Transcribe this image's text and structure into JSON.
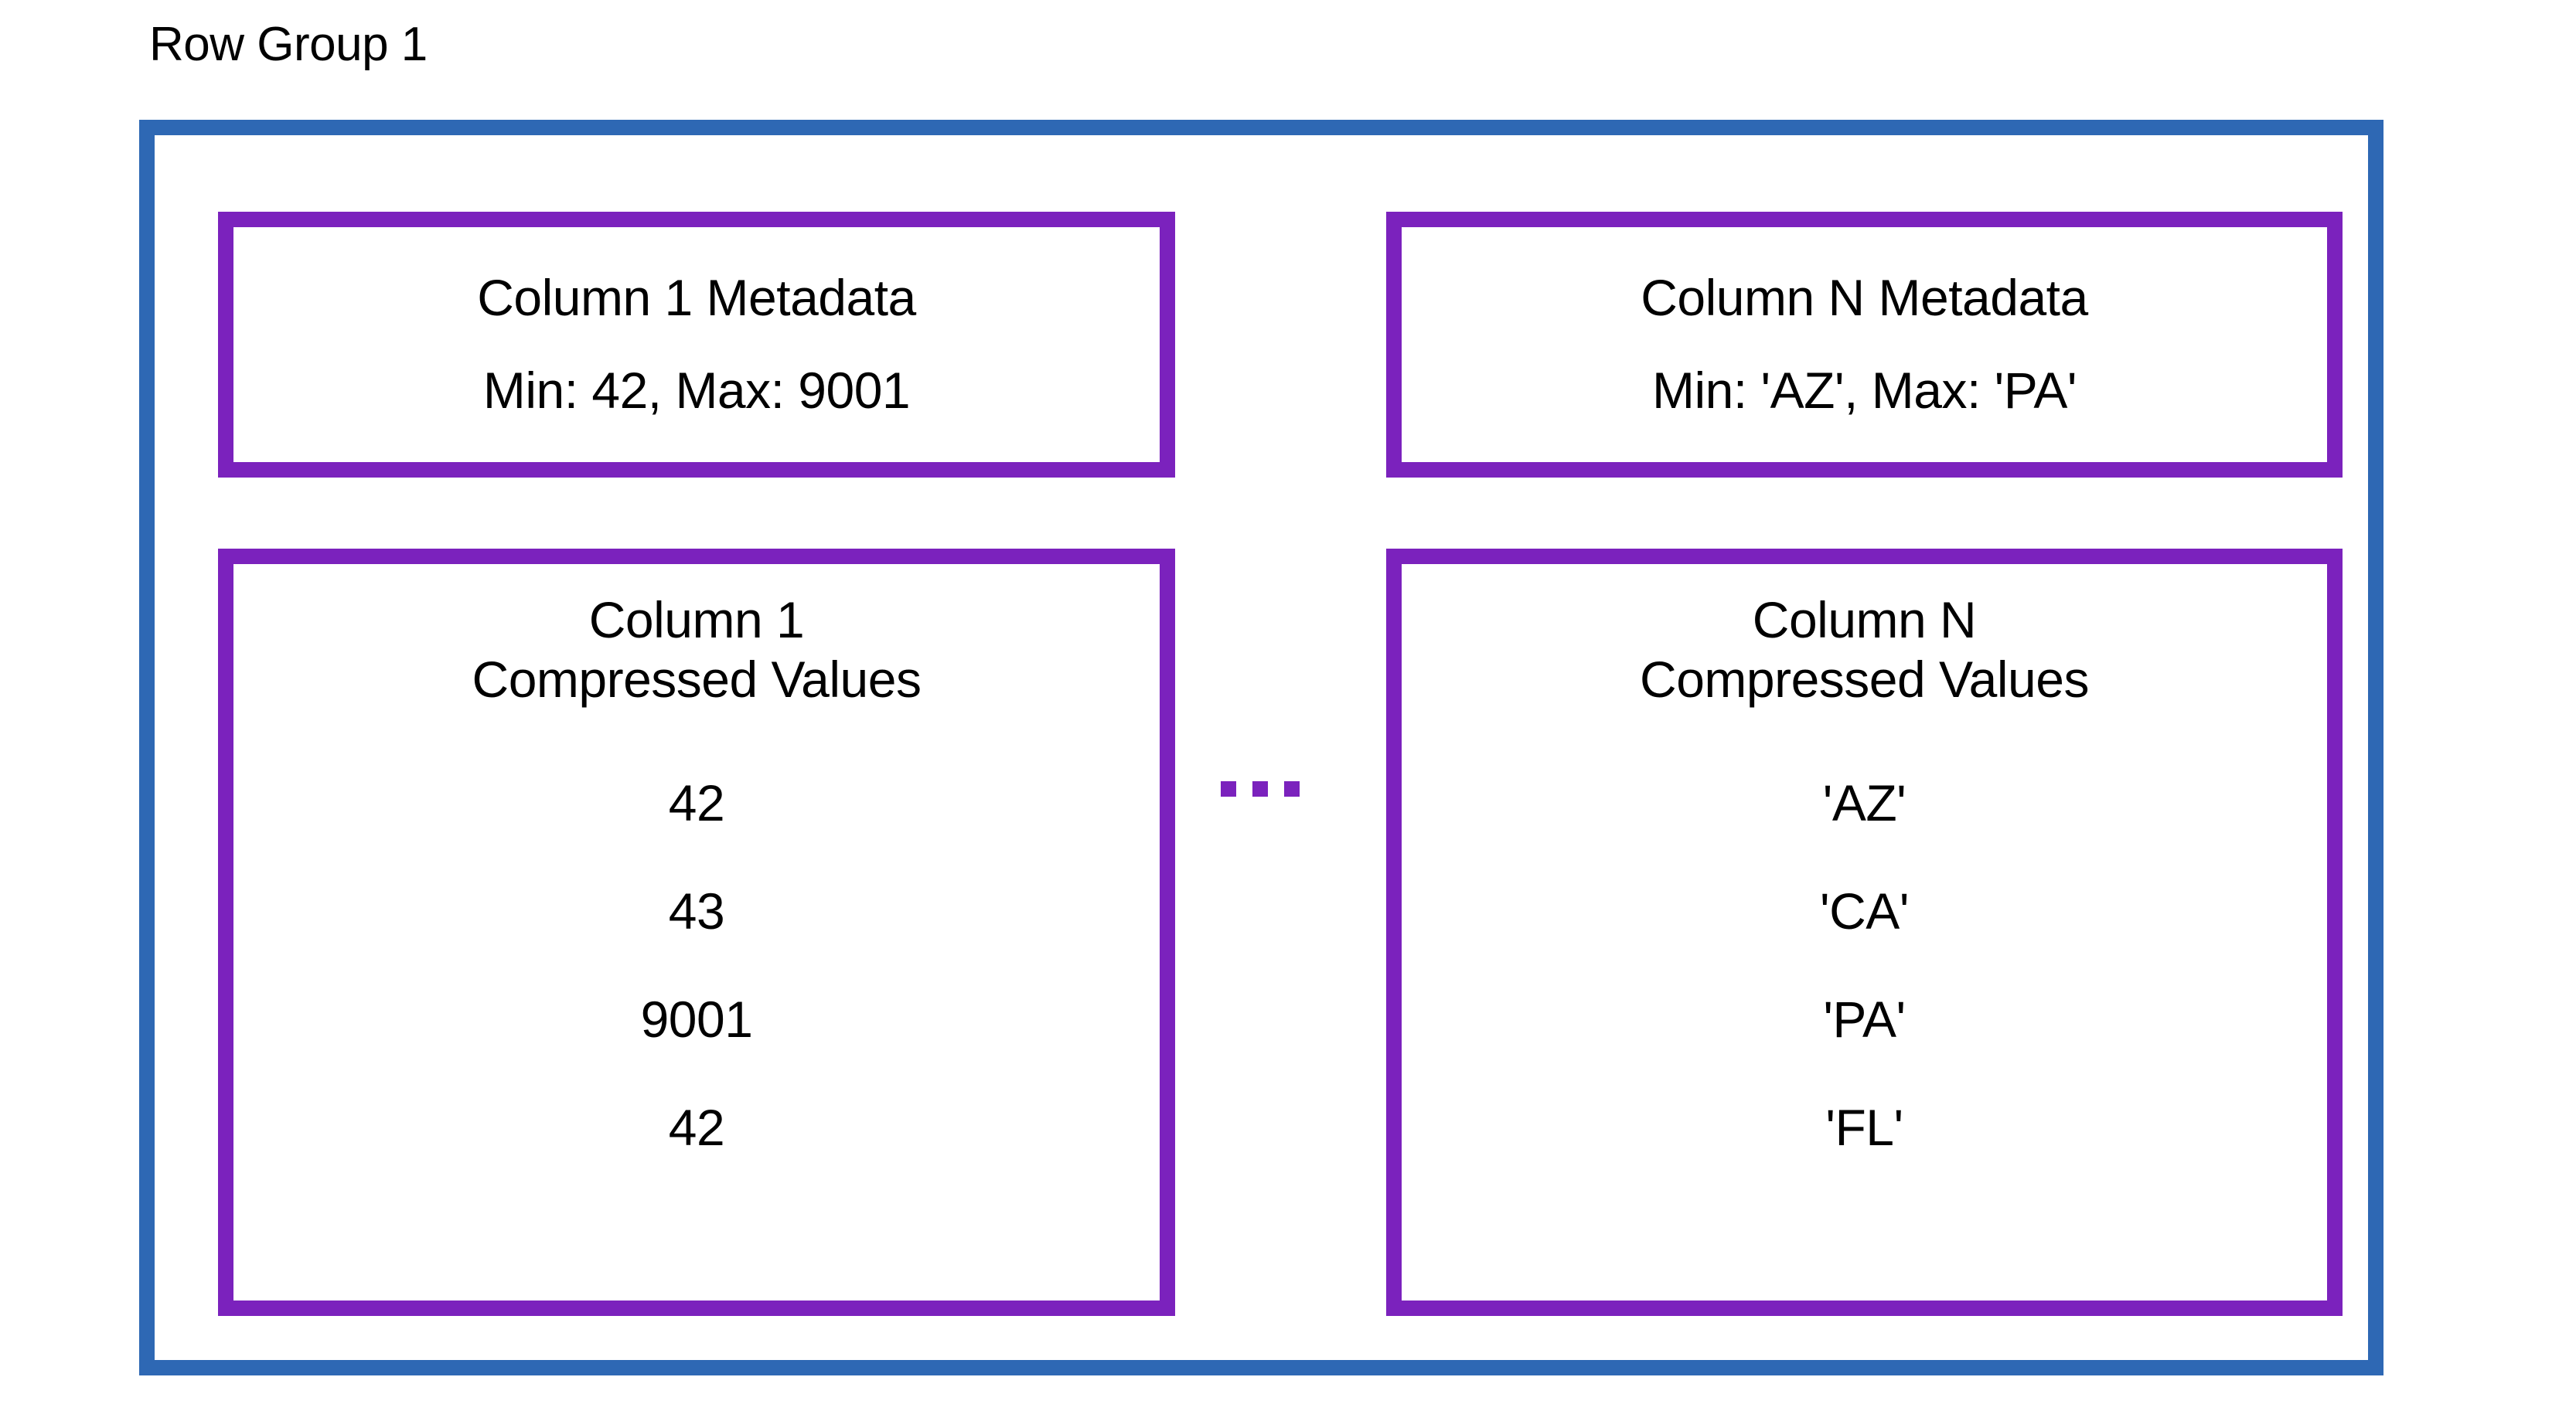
{
  "diagram": {
    "title": "Row Group 1",
    "frame_color": "#2e68b4",
    "box_color": "#7b22bd",
    "ellipsis_glyph": "...",
    "columns": [
      {
        "metadata": {
          "title": "Column 1 Metadata",
          "stats": "Min: 42, Max: 9001"
        },
        "values": {
          "heading_line1": "Column 1",
          "heading_line2": "Compressed Values",
          "items": [
            "42",
            "43",
            "9001",
            "42"
          ]
        }
      },
      {
        "metadata": {
          "title": "Column N Metadata",
          "stats": "Min: 'AZ', Max: 'PA'"
        },
        "values": {
          "heading_line1": "Column N",
          "heading_line2": "Compressed Values",
          "items": [
            "'AZ'",
            "'CA'",
            "'PA'",
            "'FL'"
          ]
        }
      }
    ]
  }
}
